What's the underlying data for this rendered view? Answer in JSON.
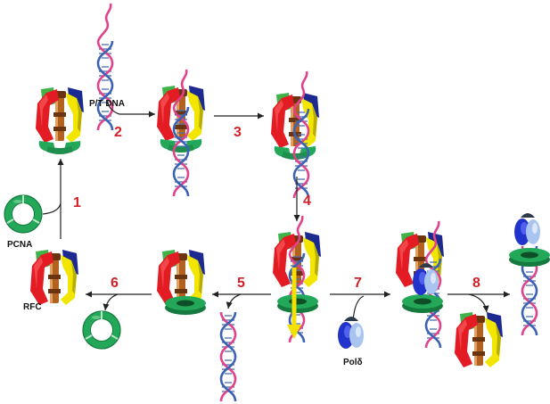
{
  "labels": {
    "pt_dna": "P/T DNA",
    "pcna": "PCNA",
    "rfc": "RFC",
    "pol": "Polδ"
  },
  "steps": [
    "1",
    "2",
    "3",
    "4",
    "5",
    "6",
    "7",
    "8"
  ],
  "colors": {
    "step_number": "#d42027",
    "rfc_red": "#e31b23",
    "rfc_yellow": "#f2e600",
    "rfc_green": "#3fb24a",
    "rfc_blue": "#1c2a8f",
    "rfc_core": "#8a4a1a",
    "pcna_ring": "#23a85a",
    "dna_pink": "#e0438c",
    "dna_blue": "#4a6fb0",
    "pol_dark": "#2d3a4c",
    "pol_blue": "#2233cc",
    "pol_light": "#a9c4ef",
    "release_arrow": "#f5e000"
  },
  "icons": [
    "rfc-complex-icon",
    "pcna-ring-icon",
    "dna-helix-icon",
    "polymerase-delta-icon"
  ]
}
